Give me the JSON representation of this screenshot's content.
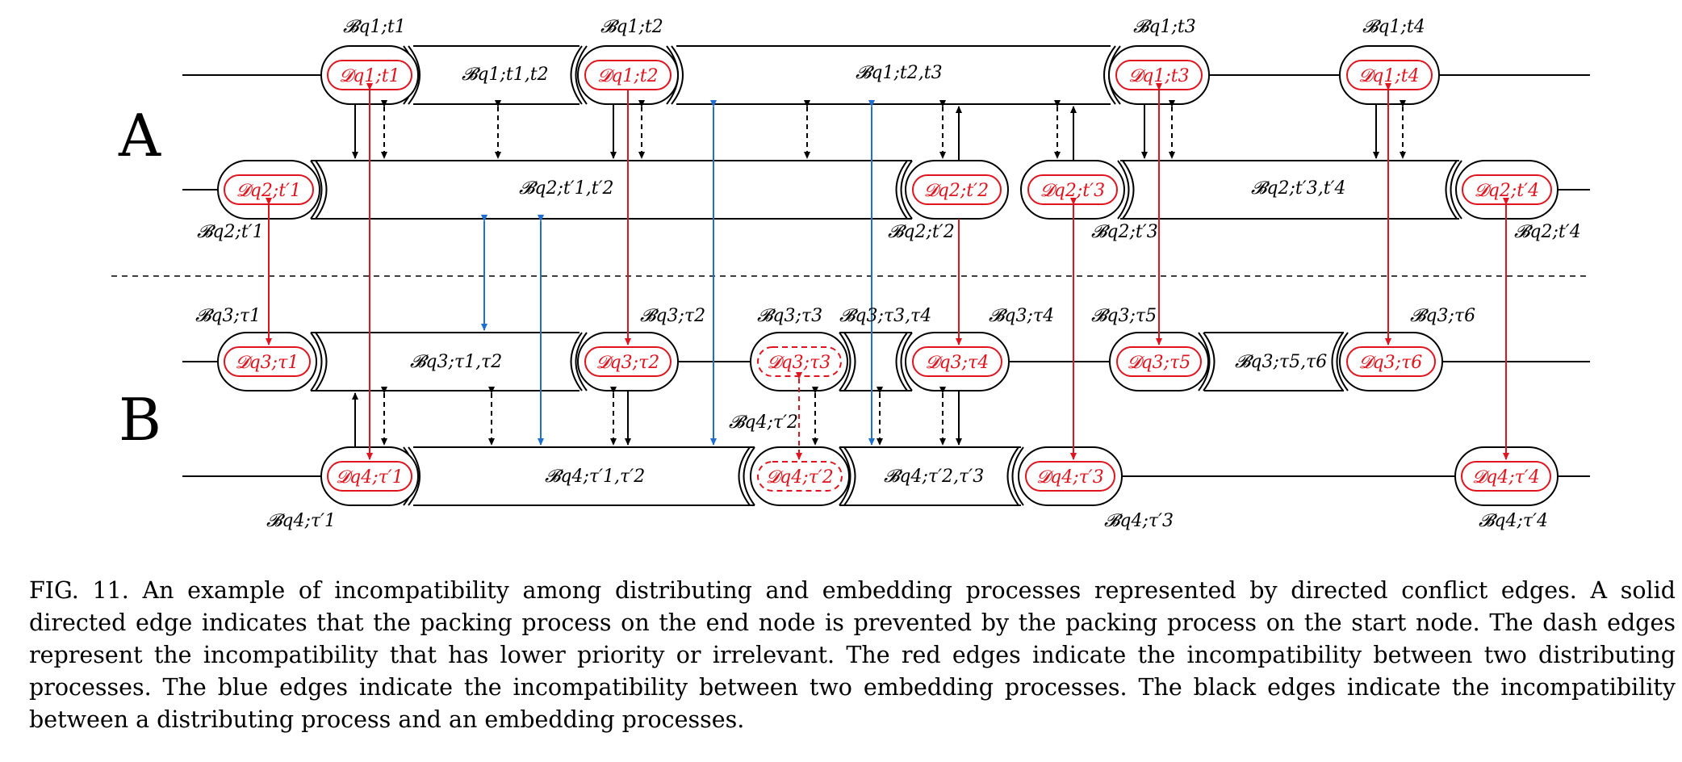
{
  "figure": {
    "panel_labels": {
      "a": "A",
      "b": "B"
    },
    "blocks": {
      "b_q1_t1": "𝓑q1;t1",
      "b_q1_t2": "𝓑q1;t2",
      "b_q1_t3": "𝓑q1;t3",
      "b_q1_t4": "𝓑q1;t4",
      "b_q1_t1t2": "𝓑q1;t1,t2",
      "b_q1_t2t3": "𝓑q1;t2,t3",
      "b_q2_t1p": "𝓑q2;t′1",
      "b_q2_t2p": "𝓑q2;t′2",
      "b_q2_t3p": "𝓑q2;t′3",
      "b_q2_t4p": "𝓑q2;t′4",
      "b_q2_t1pt2p": "𝓑q2;t′1,t′2",
      "b_q2_t3pt4p": "𝓑q2;t′3,t′4",
      "b_q3_tau1": "𝓑q3;τ1",
      "b_q3_tau2": "𝓑q3;τ2",
      "b_q3_tau3": "𝓑q3;τ3",
      "b_q3_tau3tau4": "𝓑q3;τ3,τ4",
      "b_q3_tau4": "𝓑q3;τ4",
      "b_q3_tau5": "𝓑q3;τ5",
      "b_q3_tau6": "𝓑q3;τ6",
      "b_q3_tau1tau2": "𝓑q3;τ1,τ2",
      "b_q3_tau5tau6": "𝓑q3;τ5,τ6",
      "b_q4_tau1p": "𝓑q4;τ′1",
      "b_q4_tau2p": "𝓑q4;τ′2",
      "b_q4_tau3p": "𝓑q4;τ′3",
      "b_q4_tau4p": "𝓑q4;τ′4",
      "b_q4_tau1ptau2p": "𝓑q4;τ′1,τ′2",
      "b_q4_tau2ptau3p": "𝓑q4;τ′2,τ′3"
    },
    "nodes": {
      "d_q1_t1": "𝓓q1;t1",
      "d_q1_t2": "𝓓q1;t2",
      "d_q1_t3": "𝓓q1;t3",
      "d_q1_t4": "𝓓q1;t4",
      "d_q2_t1p": "𝓓q2;t′1",
      "d_q2_t2p": "𝓓q2;t′2",
      "d_q2_t3p": "𝓓q2;t′3",
      "d_q2_t4p": "𝓓q2;t′4",
      "d_q3_tau1": "𝓓q3;τ1",
      "d_q3_tau2": "𝓓q3;τ2",
      "d_q3_tau3": "𝓓q3;τ3",
      "d_q3_tau4": "𝓓q3;τ4",
      "d_q3_tau5": "𝓓q3;τ5",
      "d_q3_tau6": "𝓓q3;τ6",
      "d_q4_tau1p": "𝓓q4;τ′1",
      "d_q4_tau2p": "𝓓q4;τ′2",
      "d_q4_tau3p": "𝓓q4;τ′3",
      "d_q4_tau4p": "𝓓q4;τ′4"
    },
    "colors": {
      "distributing_edge": "#e0141e",
      "embedding_edge": "#1f6fd1",
      "mixed_edge": "#000000"
    }
  },
  "caption": "FIG. 11. An example of incompatibility among distributing and embedding processes represented by directed conflict edges. A solid directed edge indicates that the packing process on the end node is prevented by the packing process on the start node. The dash edges represent the incompatibility that has lower priority or irrelevant. The red edges indicate the incompatibility between two distributing processes. The blue edges indicate the incompatibility between two embedding processes. The black edges indicate the incompatibility between a distributing process and an embedding processes."
}
